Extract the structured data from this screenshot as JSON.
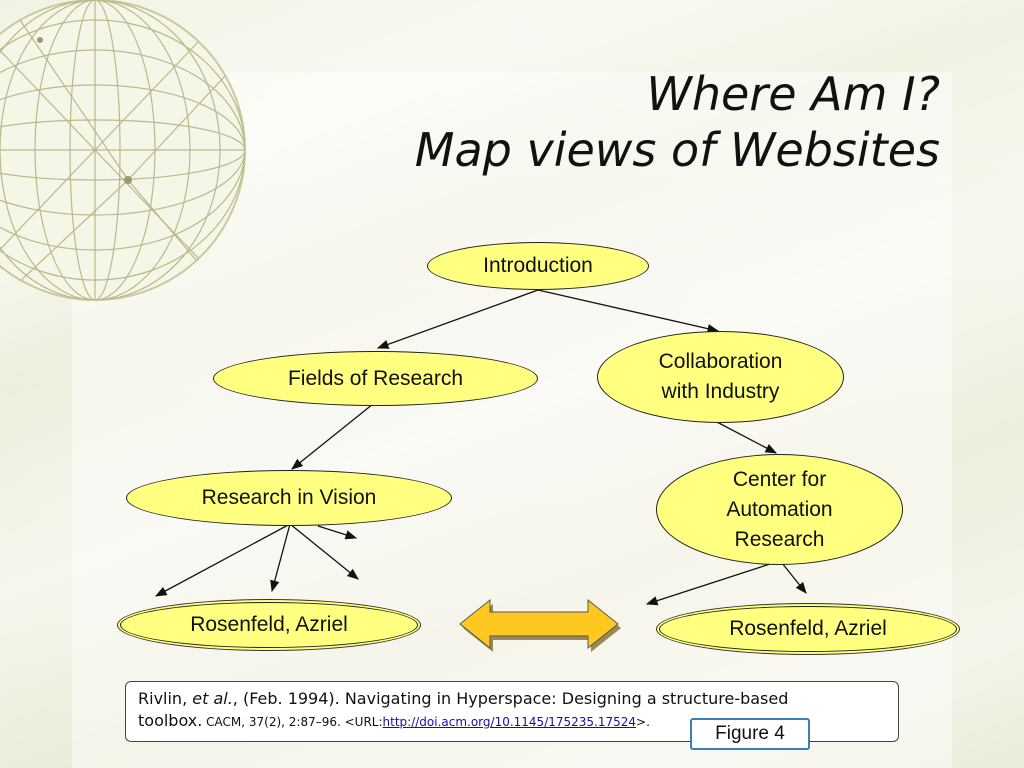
{
  "title": {
    "line1": "Where Am I?",
    "line2": "Map views of Websites"
  },
  "nodes": {
    "introduction": "Introduction",
    "fields_of_research": "Fields of Research",
    "collaboration_line1": "Collaboration",
    "collaboration_line2": "with Industry",
    "research_in_vision": "Research in Vision",
    "center_line1": "Center for",
    "center_line2": "Automation",
    "center_line3": "Research",
    "rosenfeld_left": "Rosenfeld, Azriel",
    "rosenfeld_right": "Rosenfeld, Azriel"
  },
  "citation": {
    "author": "Rivlin, ",
    "et_al": "et al.",
    "rest_line1": ", (Feb. 1994). Navigating in Hyperspace: Designing a structure-based",
    "line2_main": "toolbox.",
    "journal": " CACM, 37(2), 2:87–96. <URL:",
    "url": "http://doi.acm.org/10.1145/175235.17524",
    "url_end": ">."
  },
  "figure_label": "Figure 4",
  "colors": {
    "node_fill": "#ffff80",
    "arrow_fill": "#ffc820",
    "background": "#eeeede"
  },
  "icons": {
    "globe": "wireframe-globe-icon",
    "double_arrow": "double-arrow-icon"
  }
}
